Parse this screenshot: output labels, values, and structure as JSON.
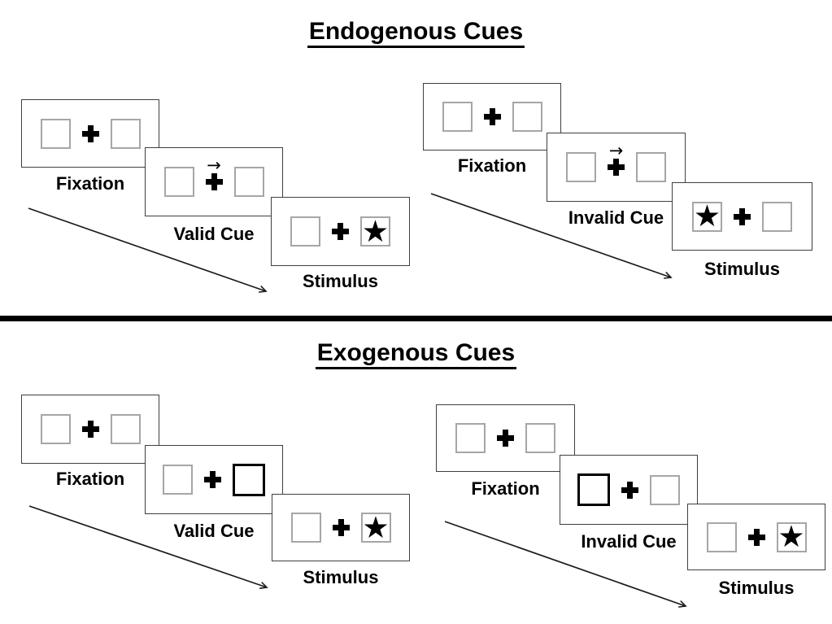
{
  "sections": {
    "endogenous": {
      "title": "Endogenous Cues"
    },
    "exogenous": {
      "title": "Exogenous Cues"
    }
  },
  "glyphs": {
    "star": "★",
    "cue_arrow": "→"
  },
  "colors": {
    "ink": "#000000",
    "card_border": "#3f3f3f",
    "box_border": "#a6a6a6",
    "bold_box_border": "#000000"
  },
  "panels": {
    "endogenous_valid": {
      "cue_type": "central-arrow-right",
      "target_side": "right",
      "steps": [
        {
          "label": "Fixation"
        },
        {
          "label": "Valid Cue"
        },
        {
          "label": "Stimulus"
        }
      ]
    },
    "endogenous_invalid": {
      "cue_type": "central-arrow-right",
      "target_side": "left",
      "steps": [
        {
          "label": "Fixation"
        },
        {
          "label": "Invalid Cue"
        },
        {
          "label": "Stimulus"
        }
      ]
    },
    "exogenous_valid": {
      "cue_type": "peripheral-bold-box-right",
      "target_side": "right",
      "steps": [
        {
          "label": "Fixation"
        },
        {
          "label": "Valid Cue"
        },
        {
          "label": "Stimulus"
        }
      ]
    },
    "exogenous_invalid": {
      "cue_type": "peripheral-bold-box-left",
      "target_side": "right",
      "steps": [
        {
          "label": "Fixation"
        },
        {
          "label": "Invalid Cue"
        },
        {
          "label": "Stimulus"
        }
      ]
    }
  }
}
